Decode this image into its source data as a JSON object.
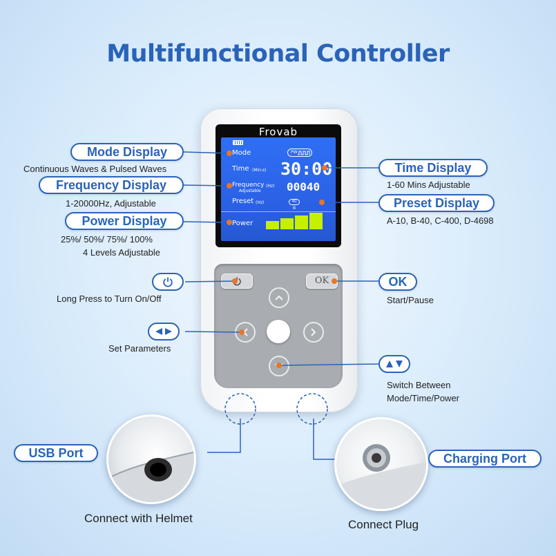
{
  "title": "Multifunctional Controller",
  "device": {
    "brand": "Frovab",
    "screen": {
      "mode_label": "Mode",
      "mode_badge": "PW",
      "time_label": "Time",
      "time_unit": "(Min:s)",
      "time_value": "30:00",
      "frequency_label": "Frequency",
      "frequency_unit": "(Hz)",
      "frequency_sub": "Adjustable",
      "frequency_value": "00040",
      "preset_label": "Preset",
      "preset_unit": "(Hz)",
      "preset_value": "40",
      "preset_letter": "B",
      "power_label": "Power",
      "power_level": 4,
      "power_levels_total": 4
    },
    "ok_key_label": "OK"
  },
  "annotations": {
    "mode": {
      "label": "Mode Display",
      "desc": "Continuous Waves & Pulsed Waves"
    },
    "frequency": {
      "label": "Frequency Display",
      "desc": "1-20000Hz, Adjustable"
    },
    "power": {
      "label": "Power Display",
      "desc_line1": "25%/ 50%/ 75%/ 100%",
      "desc_line2": "4 Levels Adjustable"
    },
    "power_button": {
      "desc": "Long Press to Turn On/Off"
    },
    "set_parameters": {
      "desc": "Set Parameters"
    },
    "time": {
      "label": "Time Display",
      "desc": "1-60 Mins Adjustable"
    },
    "preset": {
      "label": "Preset Display",
      "desc": "A-10, B-40, C-400, D-4698"
    },
    "ok": {
      "label": "OK",
      "desc": "Start/Pause"
    },
    "switch": {
      "desc_line1": "Switch Between",
      "desc_line2": "Mode/Time/Power"
    },
    "usb_port": {
      "label": "USB Port",
      "caption": "Connect with Helmet"
    },
    "charging_port": {
      "label": "Charging Port",
      "caption": "Connect Plug"
    }
  },
  "colors": {
    "brand_blue": "#2a63b8",
    "connector_orange": "#e8752a",
    "lcd_blue": "#2f6ff5",
    "power_bar_green": "#c6f000"
  }
}
